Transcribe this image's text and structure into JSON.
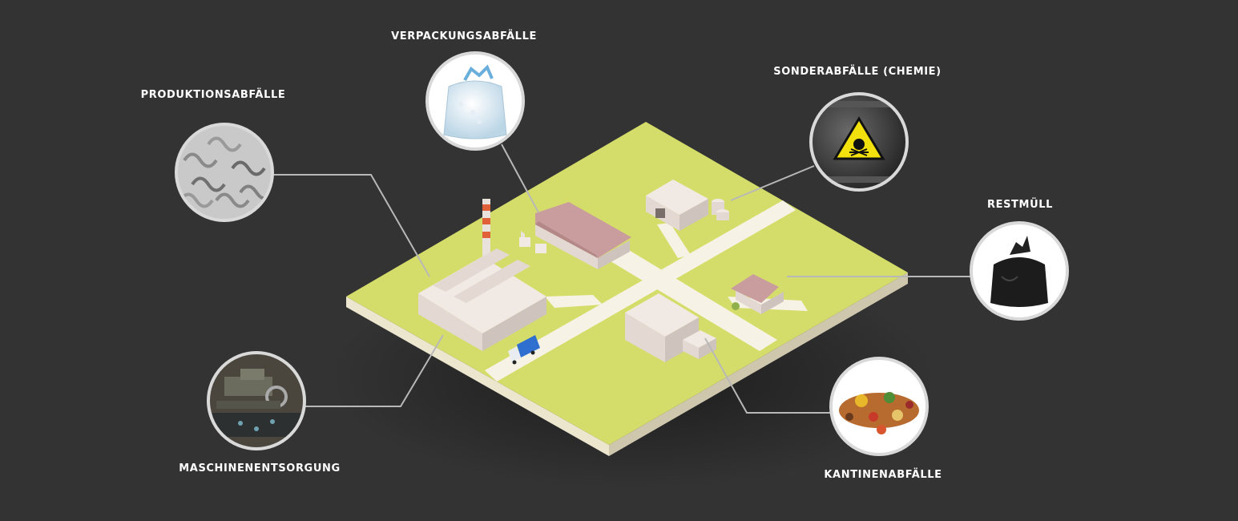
{
  "colors": {
    "background": "#333333",
    "ground": "#d5dd6a",
    "ground_side_light": "#ece6cf",
    "ground_side_dark": "#cfc7ad",
    "road": "#f6f3e6",
    "building": "#ede3de",
    "roof": "#c99d9d",
    "connector": "#b8b8b8",
    "circle_border": "#d9d9d9",
    "truck": "#2f6fd0",
    "label": "#ffffff"
  },
  "categories": [
    {
      "id": "produktion",
      "label": "PRODUKTIONSABFÄLLE",
      "icon": "metal-shavings-icon"
    },
    {
      "id": "verpackung",
      "label": "VERPACKUNGSABFÄLLE",
      "icon": "plastic-bag-icon"
    },
    {
      "id": "sonder",
      "label": "SONDERABFÄLLE (CHEMIE)",
      "icon": "toxic-barrel-icon"
    },
    {
      "id": "restmuell",
      "label": "RESTMÜLL",
      "icon": "trash-bag-icon"
    },
    {
      "id": "kantine",
      "label": "KANTINENABFÄLLE",
      "icon": "food-waste-icon"
    },
    {
      "id": "maschinen",
      "label": "MASCHINENENTSORGUNG",
      "icon": "machine-icon"
    }
  ]
}
